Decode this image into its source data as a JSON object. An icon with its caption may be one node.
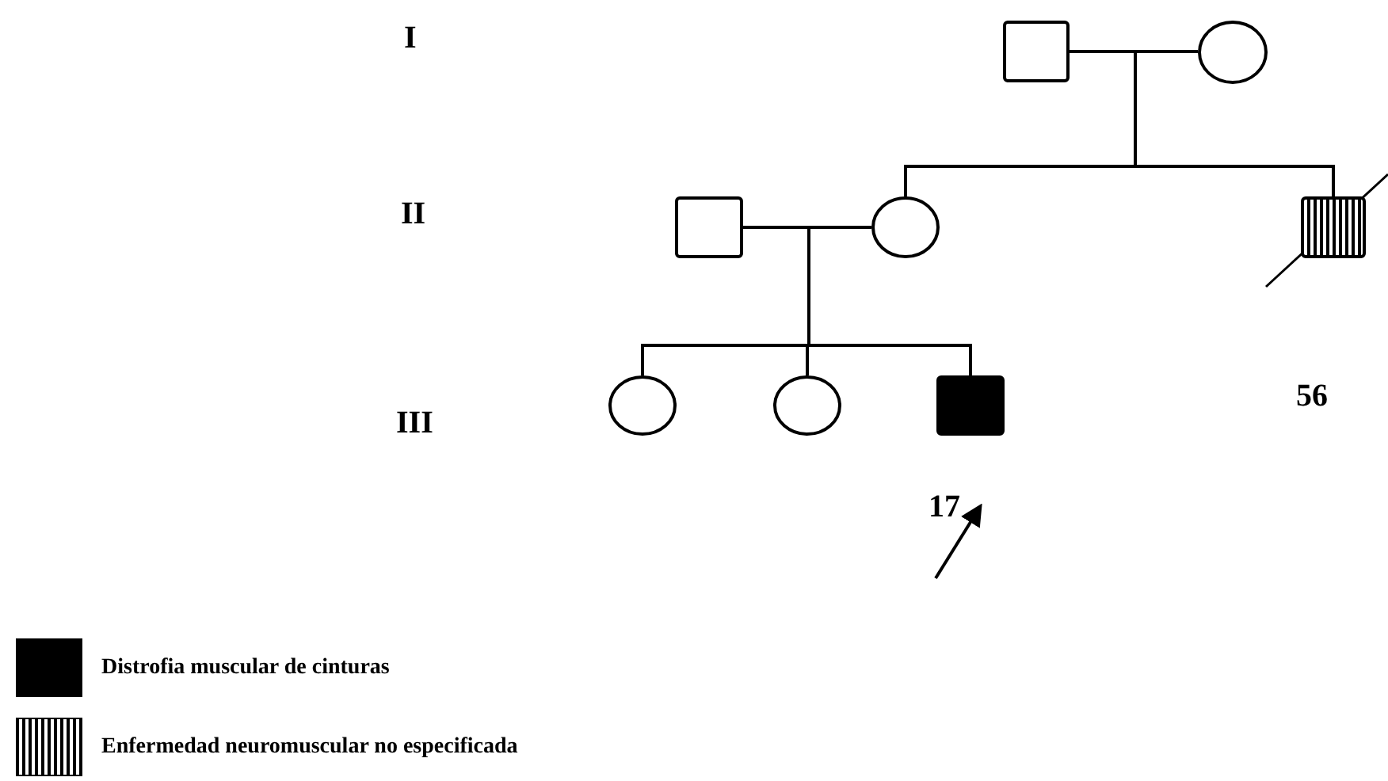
{
  "diagram": {
    "nodes": [
      {
        "text": [],
        "shape": "box"
      },
      {
        "text": [],
        "shape": "circle"
      },
      {
        "text": [],
        "shape": "box"
      },
      {
        "text": [],
        "shape": "circle"
      },
      {
        "text": [],
        "shape": "box"
      },
      {
        "text": [],
        "shape": "circle"
      },
      {
        "text": [],
        "shape": "circle"
      },
      {
        "text": [],
        "shape": "box",
        "beside": [
          "17"
        ]
      }
    ],
    "edges": [
      {
        "from": 0,
        "to": 1,
        "arrow": "none"
      },
      {
        "from": 0,
        "to": 3,
        "arrow": "none"
      },
      {
        "from": 1,
        "to": 3,
        "arrow": "none"
      },
      {
        "from": 0,
        "to": 4,
        "arrow": "none"
      },
      {
        "from": 1,
        "to": 4,
        "arrow": "none"
      },
      {
        "from": 2,
        "to": 3,
        "arrow": "none"
      },
      {
        "from": 2,
        "to": 5,
        "arrow": "none"
      },
      {
        "from": 3,
        "to": 5,
        "arrow": "none"
      },
      {
        "from": 2,
        "to": 6,
        "arrow": "none"
      },
      {
        "from": 3,
        "to": 6,
        "arrow": "none"
      },
      {
        "from": 2,
        "to": 7,
        "arrow": "none"
      },
      {
        "from": 3,
        "to": 7,
        "arrow": "none"
      },
      {
        "from": null,
        "to": 7,
        "arrow": "to"
      }
    ],
    "labels": [
      "I",
      "II",
      "56",
      "III"
    ],
    "legend": [
      {
        "text": "Distrofia muscular de cinturas",
        "color": "#000000"
      },
      {
        "text": "Enfermedad neuromuscular no especificada"
      }
    ]
  }
}
